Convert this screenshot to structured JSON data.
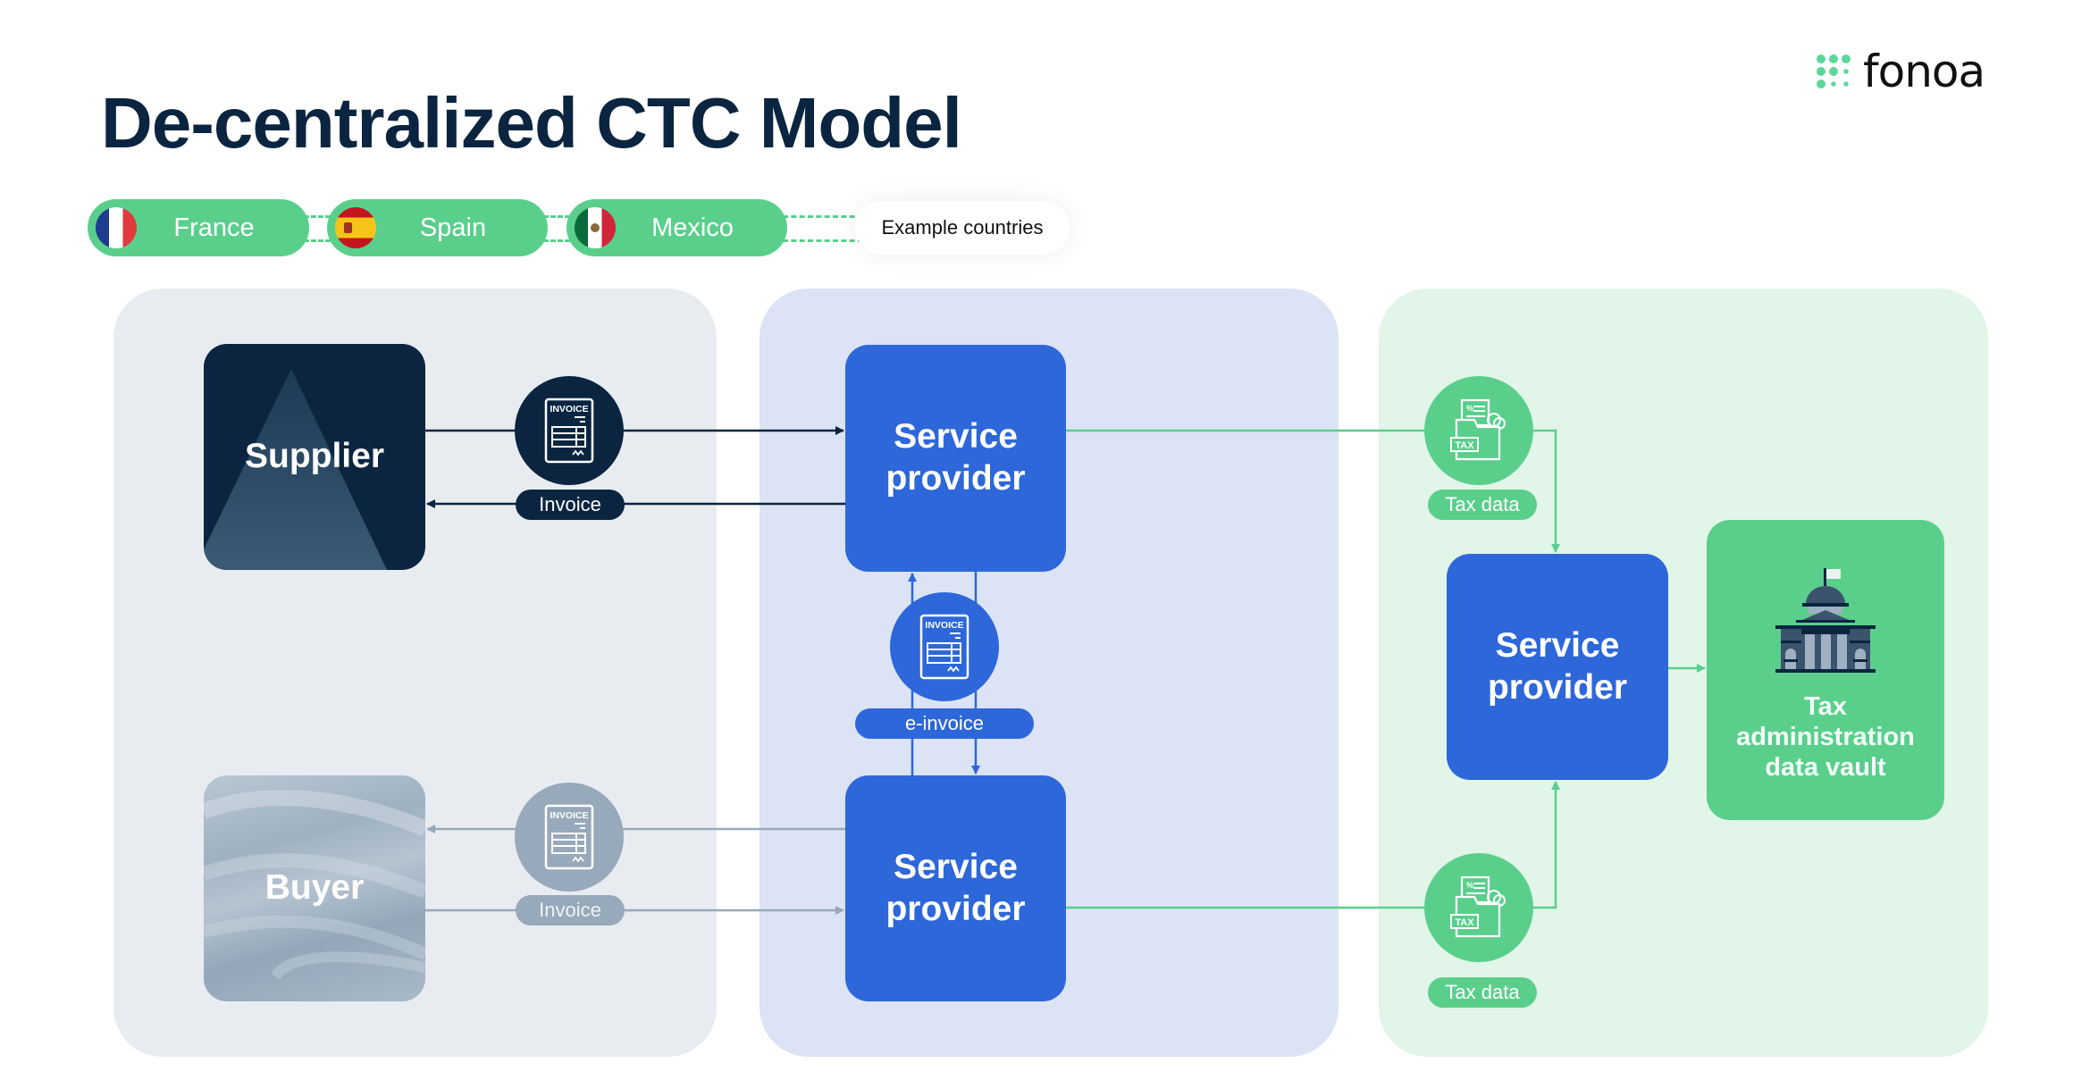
{
  "logo": {
    "text": "fonoa",
    "icon": "dot-grid-icon"
  },
  "title": "De-centralized CTC Model",
  "countries": {
    "items": [
      {
        "name": "France",
        "flag": "france-flag-icon"
      },
      {
        "name": "Spain",
        "flag": "spain-flag-icon"
      },
      {
        "name": "Mexico",
        "flag": "mexico-flag-icon"
      }
    ],
    "caption": "Example countries"
  },
  "nodes": {
    "supplier": "Supplier",
    "buyer": "Buyer",
    "service_provider_top": "Service provider",
    "service_provider_bottom": "Service provider",
    "service_provider_right": "Service provider",
    "tax_vault": "Tax administration data vault"
  },
  "labels": {
    "invoice_top": "Invoice",
    "invoice_bottom": "Invoice",
    "e_invoice": "e-invoice",
    "tax_data_top": "Tax data",
    "tax_data_bottom": "Tax data"
  },
  "icons": {
    "invoice_doc_text": "INVOICE",
    "tax_folder_text": "TAX"
  },
  "colors": {
    "navy": "#0b2540",
    "blue": "#2d67d9",
    "green": "#5acf8c",
    "grey": "#97a9ba"
  }
}
